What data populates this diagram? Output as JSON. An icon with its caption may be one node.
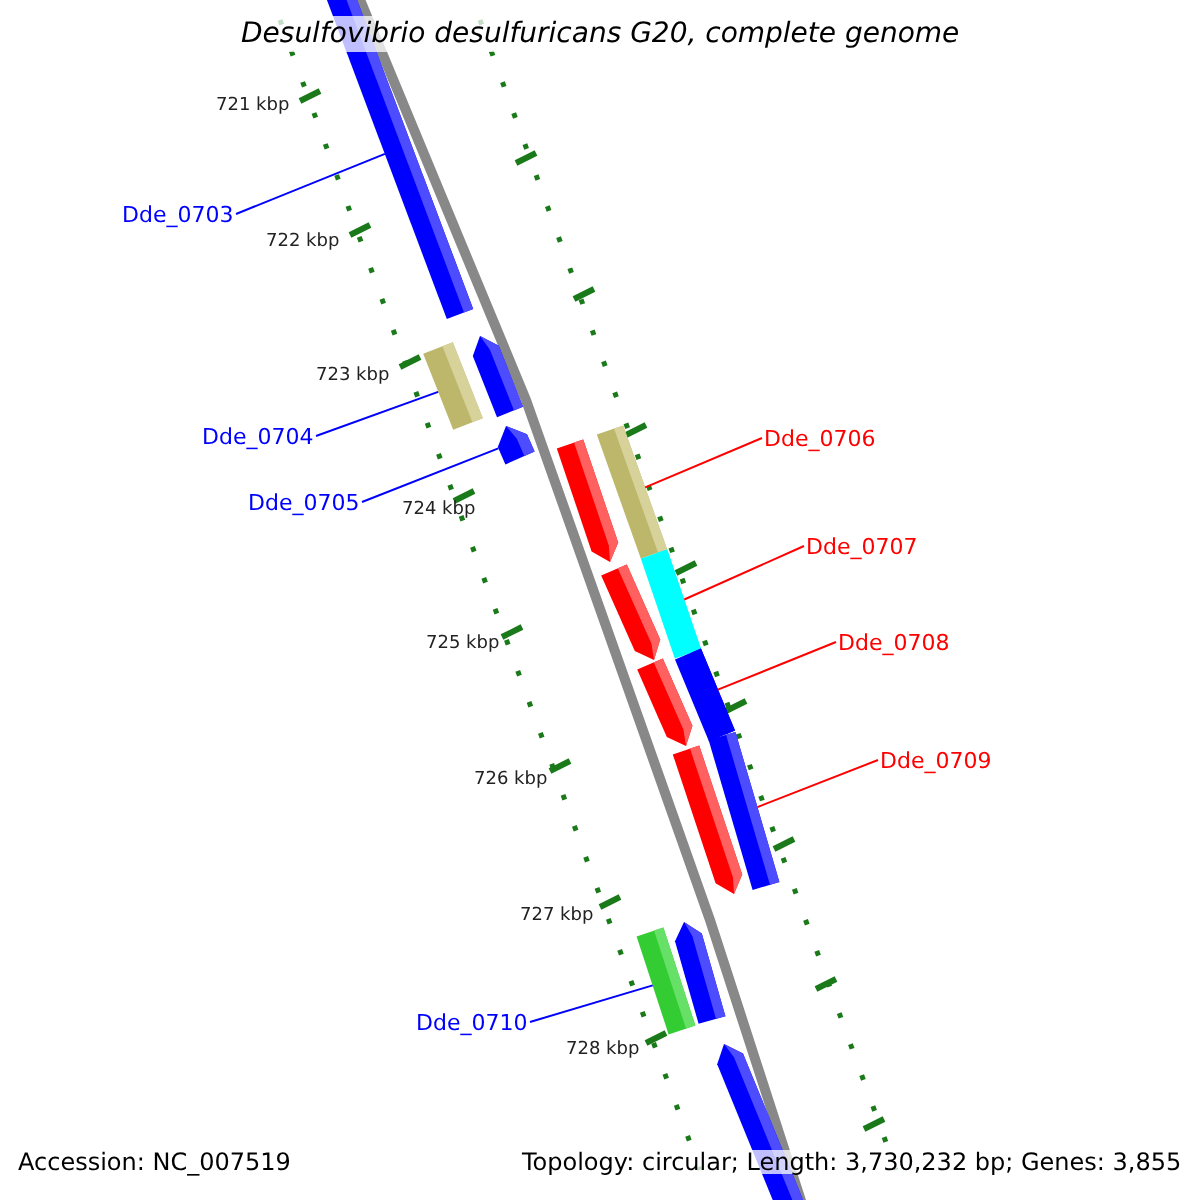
{
  "diagram": {
    "title": "Desulfovibrio desulfuricans G20, complete genome",
    "nodes": [
      {
        "text": [
          "Dde_0703"
        ]
      },
      {
        "text": [],
        "shape": "box"
      },
      {
        "text": [],
        "shape": "arrow"
      },
      {
        "text": [
          "Dde_0704"
        ]
      },
      {
        "text": [],
        "shape": "box"
      },
      {
        "text": [
          "Dde_0705"
        ]
      },
      {
        "text": [],
        "shape": "arrow"
      },
      {
        "text": [
          "Dde_0706"
        ]
      },
      {
        "text": [],
        "shape": "box"
      },
      {
        "text": [
          "Dde_0707"
        ]
      },
      {
        "text": [],
        "shape": "box"
      },
      {
        "text": [
          "Dde_0708"
        ]
      },
      {
        "text": [],
        "shape": "box"
      },
      {
        "text": [
          "Dde_0709"
        ]
      },
      {
        "text": [],
        "shape": "box"
      },
      {
        "text": [],
        "shape": "arrow"
      },
      {
        "text": [],
        "shape": "arrow"
      },
      {
        "text": [],
        "shape": "arrow"
      },
      {
        "text": [],
        "shape": "arrow"
      },
      {
        "text": [],
        "shape": "box"
      },
      {
        "text": [],
        "shape": "arrow"
      },
      {
        "text": [
          "Dde_0710"
        ]
      },
      {
        "text": [],
        "shape": "arrow"
      }
    ],
    "edges": [
      {
        "from": 0,
        "to": 1,
        "arrow": "none"
      },
      {
        "from": 3,
        "to": 4,
        "arrow": "none"
      },
      {
        "from": 5,
        "to": 6,
        "arrow": "none"
      },
      {
        "from": 7,
        "to": 8,
        "arrow": "none",
        "color": "#ff0000"
      },
      {
        "from": 9,
        "to": 10,
        "arrow": "none",
        "color": "#ff0000"
      },
      {
        "from": 11,
        "to": 12,
        "arrow": "none",
        "color": "#ff0000"
      },
      {
        "from": 13,
        "to": 14,
        "arrow": "none",
        "color": "#ff0000"
      },
      {
        "from": 21,
        "to": 19,
        "arrow": "none"
      }
    ],
    "labels": [
      "721 kbp",
      "722 kbp",
      "723 kbp",
      "724 kbp",
      "725 kbp",
      "726 kbp",
      "727 kbp",
      "728 kbp",
      "Accession: NC_007519",
      "Topology: circular; Length: 3,730,232 bp; Genes: 3,855"
    ]
  }
}
